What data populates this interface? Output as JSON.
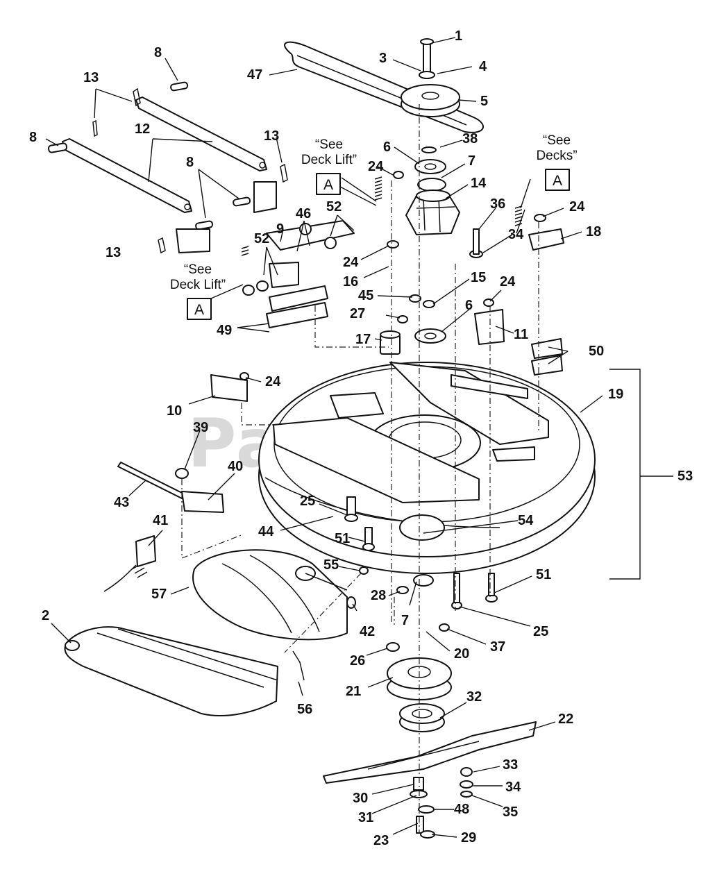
{
  "watermark": "PartsTree",
  "notes": {
    "see_deck_lift": "“See\nDeck Lift”",
    "see_decks": "“See\nDecks”",
    "ref_box_letter": "A"
  },
  "callouts": [
    "1",
    "2",
    "3",
    "4",
    "5",
    "6",
    "7",
    "8",
    "9",
    "10",
    "11",
    "12",
    "13",
    "14",
    "15",
    "16",
    "17",
    "18",
    "19",
    "20",
    "21",
    "22",
    "23",
    "24",
    "25",
    "26",
    "27",
    "28",
    "29",
    "30",
    "31",
    "32",
    "33",
    "34",
    "35",
    "36",
    "37",
    "38",
    "39",
    "40",
    "41",
    "42",
    "43",
    "44",
    "45",
    "46",
    "47",
    "48",
    "49",
    "50",
    "51",
    "52",
    "53",
    "54",
    "55",
    "56",
    "57"
  ]
}
